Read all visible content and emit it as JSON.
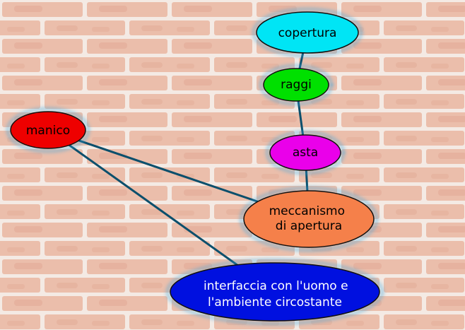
{
  "colors": {
    "wall_mortar": "#f4ebe6",
    "wall_brick": "#e8b19a",
    "wall_brick_dark": "#d98f75",
    "edge": "#0b4f6c",
    "glow": "#3aa8e0",
    "node_stroke": "#101010"
  },
  "nodes": [
    {
      "id": "copertura",
      "lines": [
        "copertura"
      ],
      "fill": "#00e5f5",
      "text_color": "#000000"
    },
    {
      "id": "raggi",
      "lines": [
        "raggi"
      ],
      "fill": "#00e000",
      "text_color": "#000000"
    },
    {
      "id": "asta",
      "lines": [
        "asta"
      ],
      "fill": "#ea00ea",
      "text_color": "#000000"
    },
    {
      "id": "manico",
      "lines": [
        "manico"
      ],
      "fill": "#ee0000",
      "text_color": "#000000"
    },
    {
      "id": "meccanismo",
      "lines": [
        "meccanismo",
        "di apertura"
      ],
      "fill": "#f5804a",
      "text_color": "#000000"
    },
    {
      "id": "interfaccia",
      "lines": [
        "interfaccia con l'uomo e",
        "l'ambiente circostante"
      ],
      "fill": "#0010e0",
      "text_color": "#ffffff"
    }
  ],
  "edges": [
    {
      "from": "copertura",
      "to": "raggi"
    },
    {
      "from": "raggi",
      "to": "asta"
    },
    {
      "from": "asta",
      "to": "meccanismo"
    },
    {
      "from": "manico",
      "to": "meccanismo"
    },
    {
      "from": "manico",
      "to": "interfaccia"
    }
  ]
}
